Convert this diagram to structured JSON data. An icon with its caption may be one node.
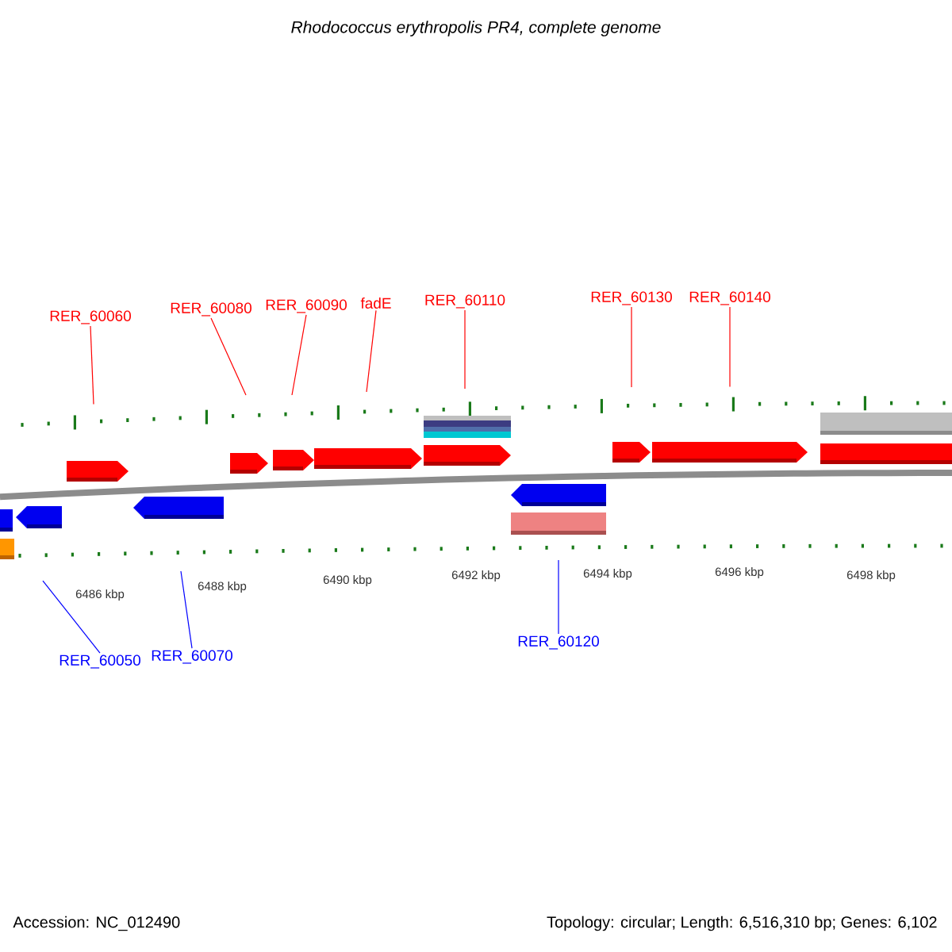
{
  "diagram": {
    "title": "Rhodococcus erythropolis PR4, complete genome",
    "nodes": [
      {
        "text": [
          "RER_60060"
        ]
      },
      {
        "text": [
          "RER_60080"
        ]
      },
      {
        "text": [
          "RER_60090"
        ]
      },
      {
        "text": [
          "fadE"
        ]
      },
      {
        "text": [
          "RER_60110"
        ]
      },
      {
        "text": [
          "RER_60130"
        ]
      },
      {
        "text": [
          "RER_60140"
        ]
      },
      {
        "text": [
          "RER_60050"
        ]
      },
      {
        "text": [
          "RER_60070"
        ]
      },
      {
        "text": [
          "RER_60120"
        ]
      }
    ],
    "edges": [
      {
        "from": 0,
        "to": null,
        "arrow": "none"
      },
      {
        "from": 1,
        "to": null,
        "arrow": "none"
      },
      {
        "from": 2,
        "to": null,
        "arrow": "none"
      },
      {
        "from": 3,
        "to": null,
        "arrow": "none"
      },
      {
        "from": 4,
        "to": null,
        "arrow": "none"
      },
      {
        "from": 5,
        "to": null,
        "arrow": "none"
      },
      {
        "from": 6,
        "to": null,
        "arrow": "none"
      },
      {
        "from": 7,
        "to": null,
        "arrow": "none",
        "color": "#0000ff"
      },
      {
        "from": 8,
        "to": null,
        "arrow": "none",
        "color": "#0000ff"
      },
      {
        "from": 9,
        "to": null,
        "arrow": "none",
        "color": "#0000ff"
      }
    ],
    "labels": [
      "6486 kbp",
      "6488 kbp",
      "6490 kbp",
      "6492 kbp",
      "6494 kbp",
      "6496 kbp",
      "6498 kbp",
      "Accession: NC_012490",
      "Topology: circular; Length: 6,516,310 bp; Genes: 6,102"
    ]
  }
}
